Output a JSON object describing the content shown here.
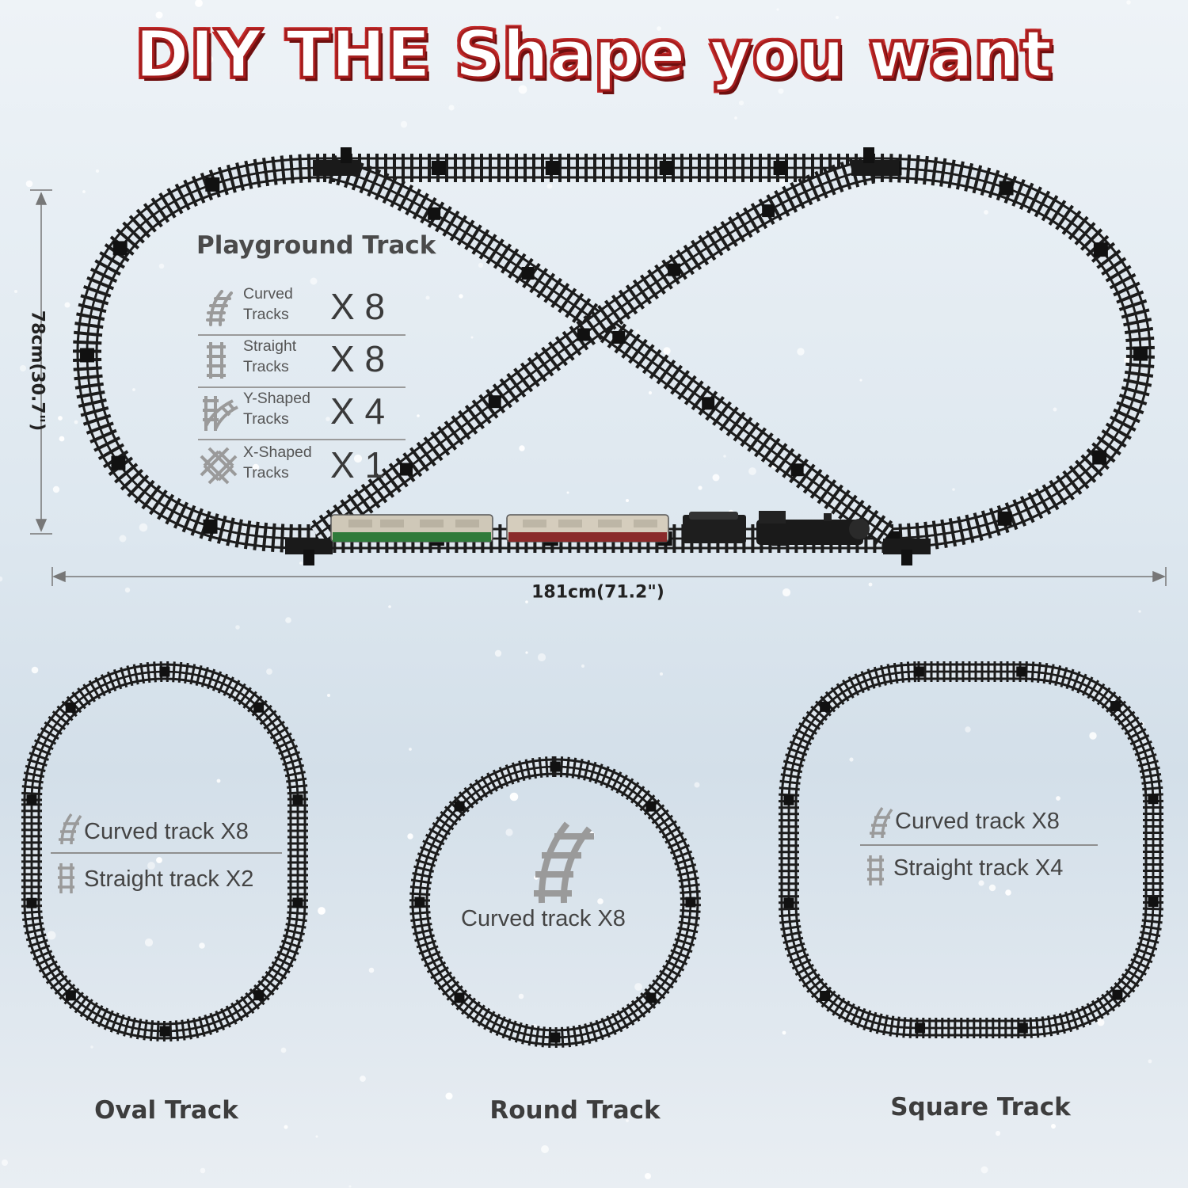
{
  "title": "DIY THE Shape you want",
  "playground": {
    "title": "Playground Track",
    "items": [
      {
        "label": "Curved Tracks",
        "count": "X 8",
        "icon": "curved-track-icon"
      },
      {
        "label": "Straight Tracks",
        "count": "X 8",
        "icon": "straight-track-icon"
      },
      {
        "label": "Y-Shaped Tracks",
        "count": "X 4",
        "icon": "y-shaped-track-icon"
      },
      {
        "label": "X-Shaped Tracks",
        "count": "X 1",
        "icon": "x-shaped-track-icon"
      }
    ],
    "height_label": "78cm(30.7\")",
    "width_label": "181cm(71.2\")"
  },
  "oval": {
    "name": "Oval Track",
    "curved": "Curved track X8",
    "straight": "Straight track X2"
  },
  "round": {
    "name": "Round Track",
    "curved": "Curved track X8"
  },
  "square": {
    "name": "Square Track",
    "curved": "Curved track X8",
    "straight": "Straight track X4"
  },
  "colors": {
    "track": "#1c1c1c",
    "icon_gray": "#9a9a9a",
    "title_red": "#a61d1d",
    "car_green": "#2f7a3a",
    "car_red": "#8a2a2a"
  }
}
